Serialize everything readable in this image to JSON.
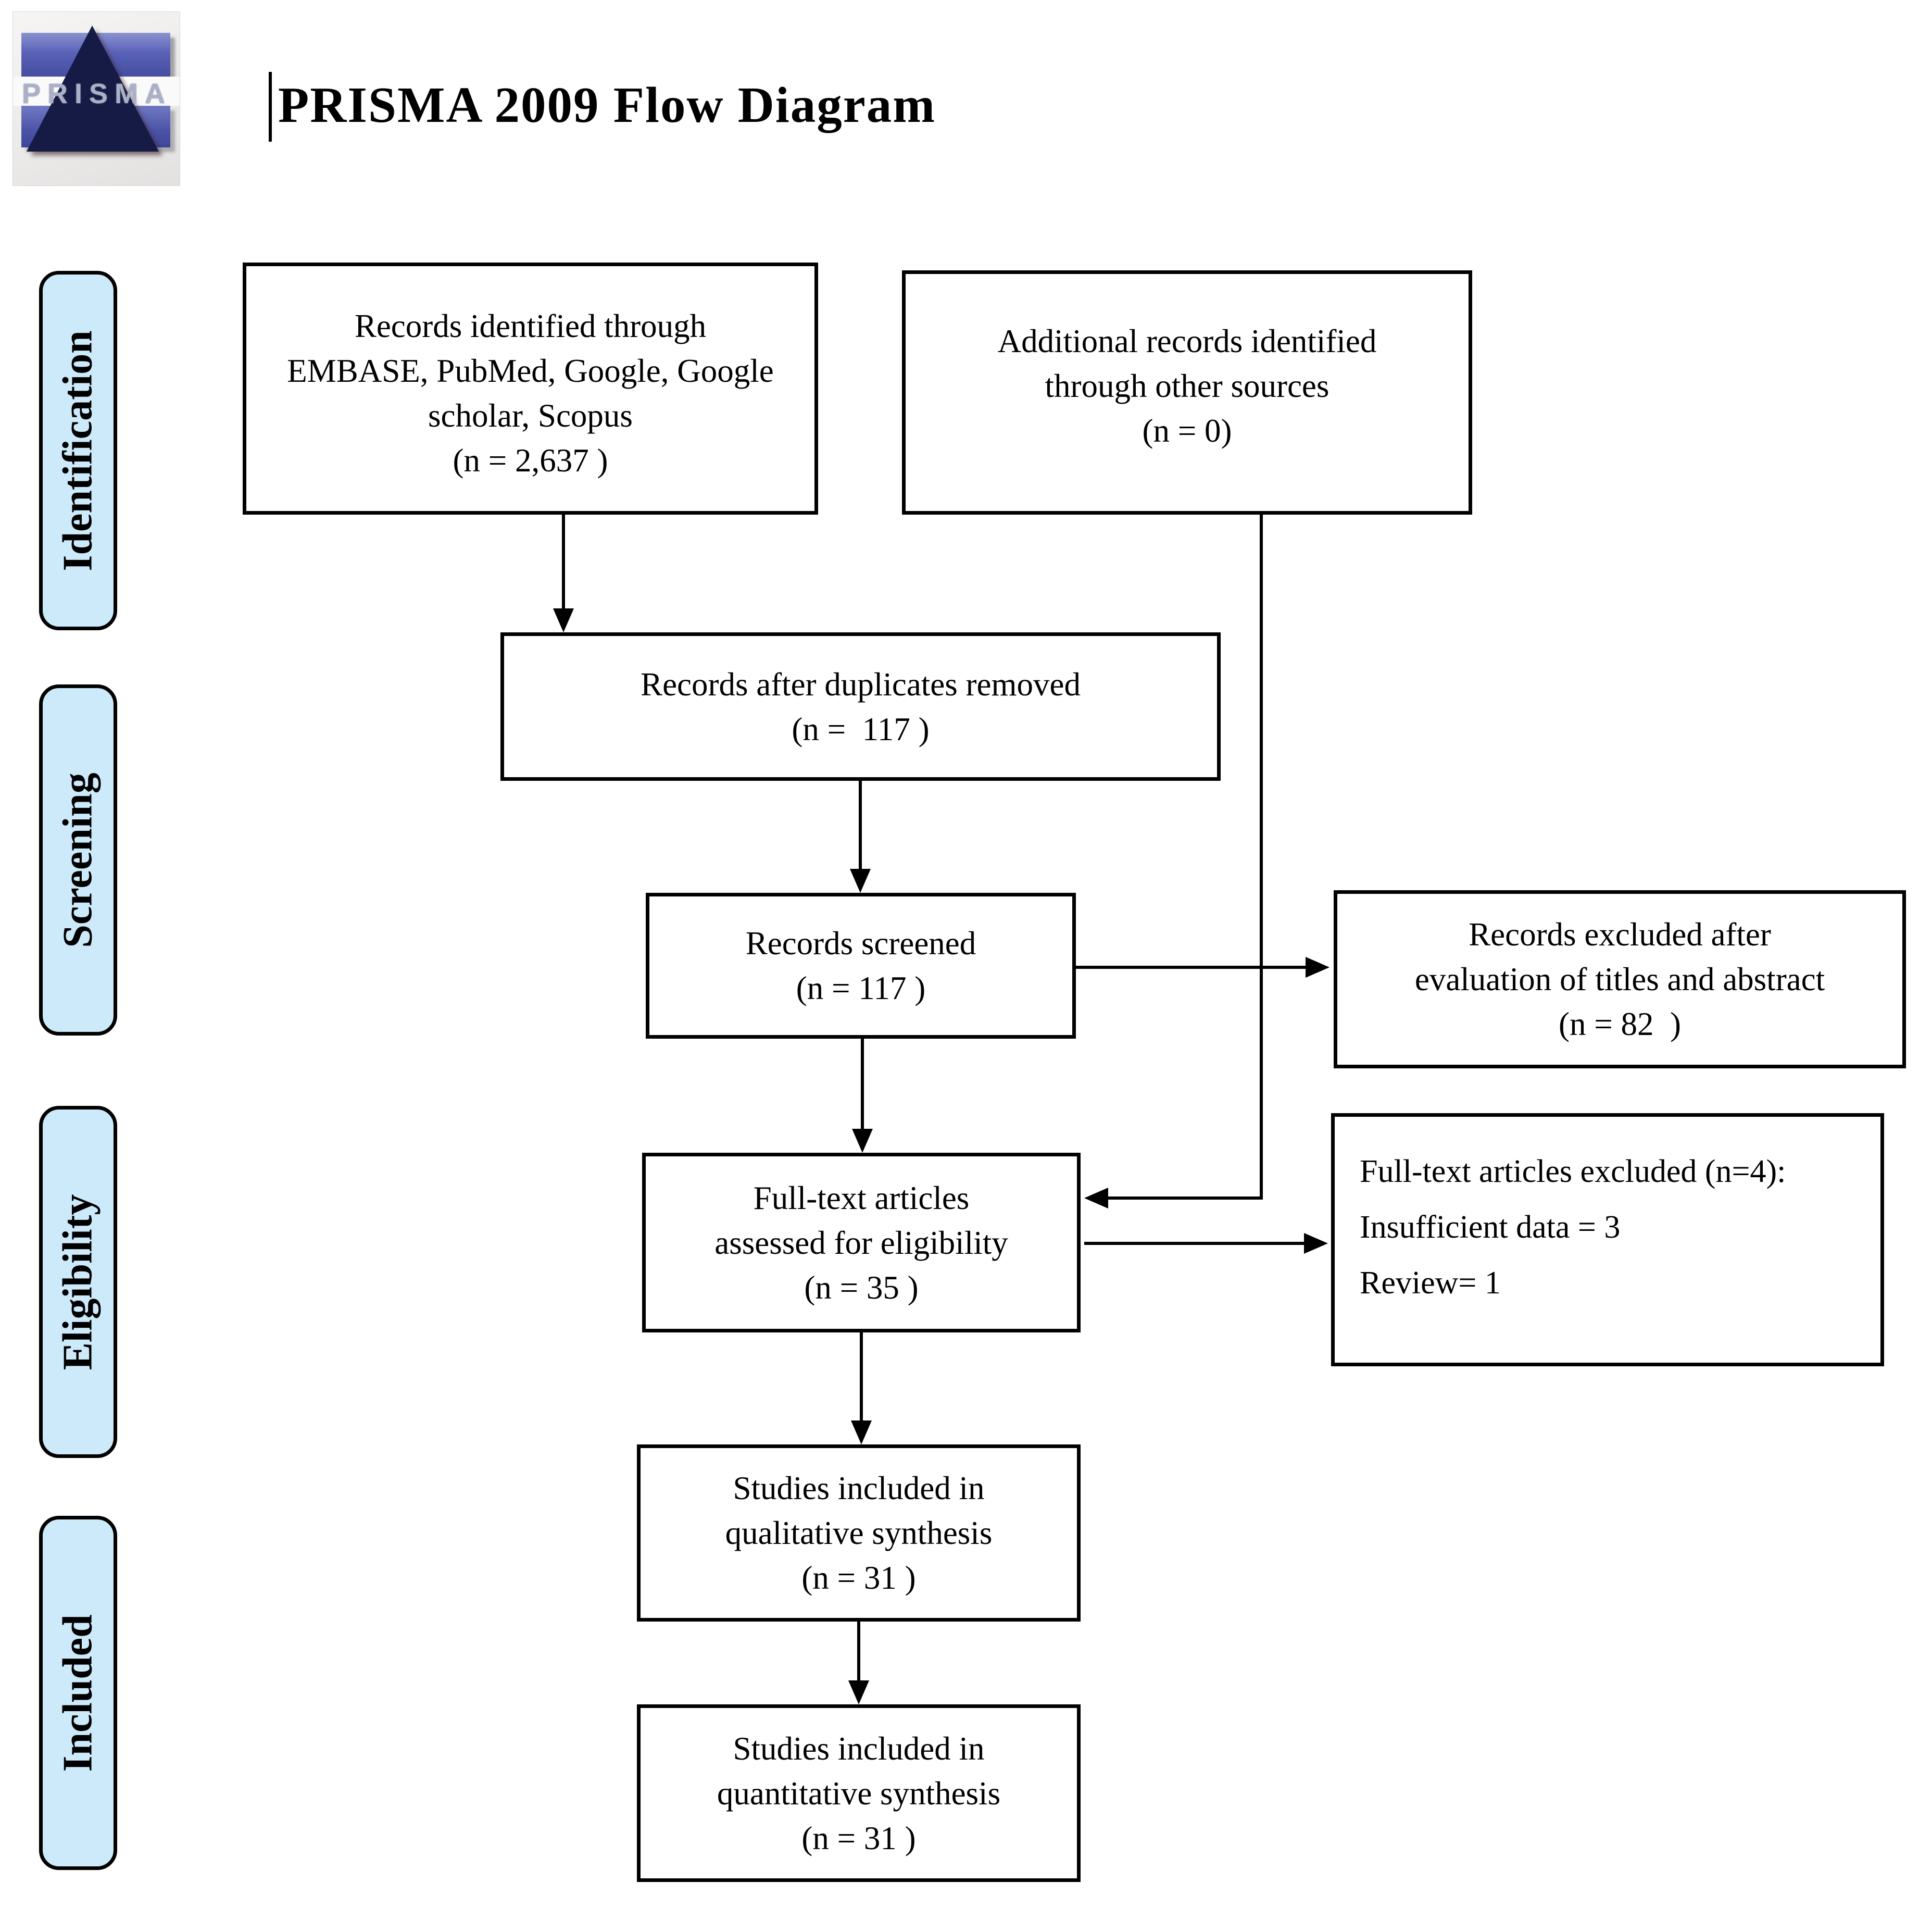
{
  "header": {
    "title": "PRISMA 2009 Flow Diagram",
    "logo_text": "PRISMA"
  },
  "stages": {
    "identification": "Identification",
    "screening": "Screening",
    "eligibility": "Eligibility",
    "included": "Included"
  },
  "boxes": {
    "records_identified": "Records identified through\nEMBASE, PubMed, Google, Google\nscholar, Scopus\n(n = 2,637 )",
    "additional_records": "Additional records identified\nthrough other sources\n(n = 0)",
    "duplicates_removed": "Records after duplicates removed\n(n =  117 )",
    "records_screened": "Records screened\n(n = 117 )",
    "records_excluded": "Records excluded after\nevaluation of titles and abstract\n(n = 82  )",
    "fulltext_assessed": "Full-text articles\nassessed for eligibility\n(n = 35 )",
    "fulltext_excluded": "Full-text articles excluded (n=4):\nInsufficient data = 3\nReview= 1",
    "qualitative_synthesis": "Studies included in\nqualitative synthesis\n(n = 31 )",
    "quantitative_synthesis": "Studies included in\nquantitative synthesis\n(n = 31 )"
  },
  "colors": {
    "stage_fill": "#cdeafb",
    "box_border": "#000000",
    "logo_blue": "#5059ae",
    "logo_triangle": "#161b45"
  }
}
